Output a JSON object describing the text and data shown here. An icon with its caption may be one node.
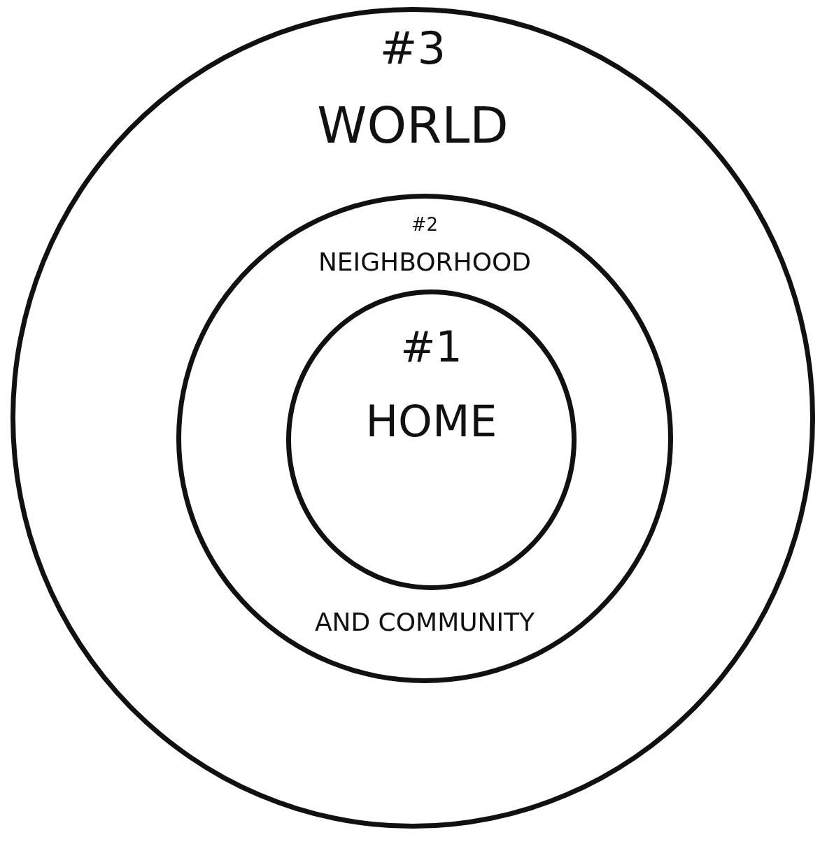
{
  "diagram": {
    "nodes": [
      {
        "text": [
          "#3",
          "WORLD"
        ]
      },
      {
        "text": [
          "#2",
          "NEIGHBORHOOD",
          "AND COMMUNITY"
        ],
        "in": 0
      },
      {
        "text": [
          "#1",
          "HOME"
        ],
        "in": 1
      }
    ]
  }
}
